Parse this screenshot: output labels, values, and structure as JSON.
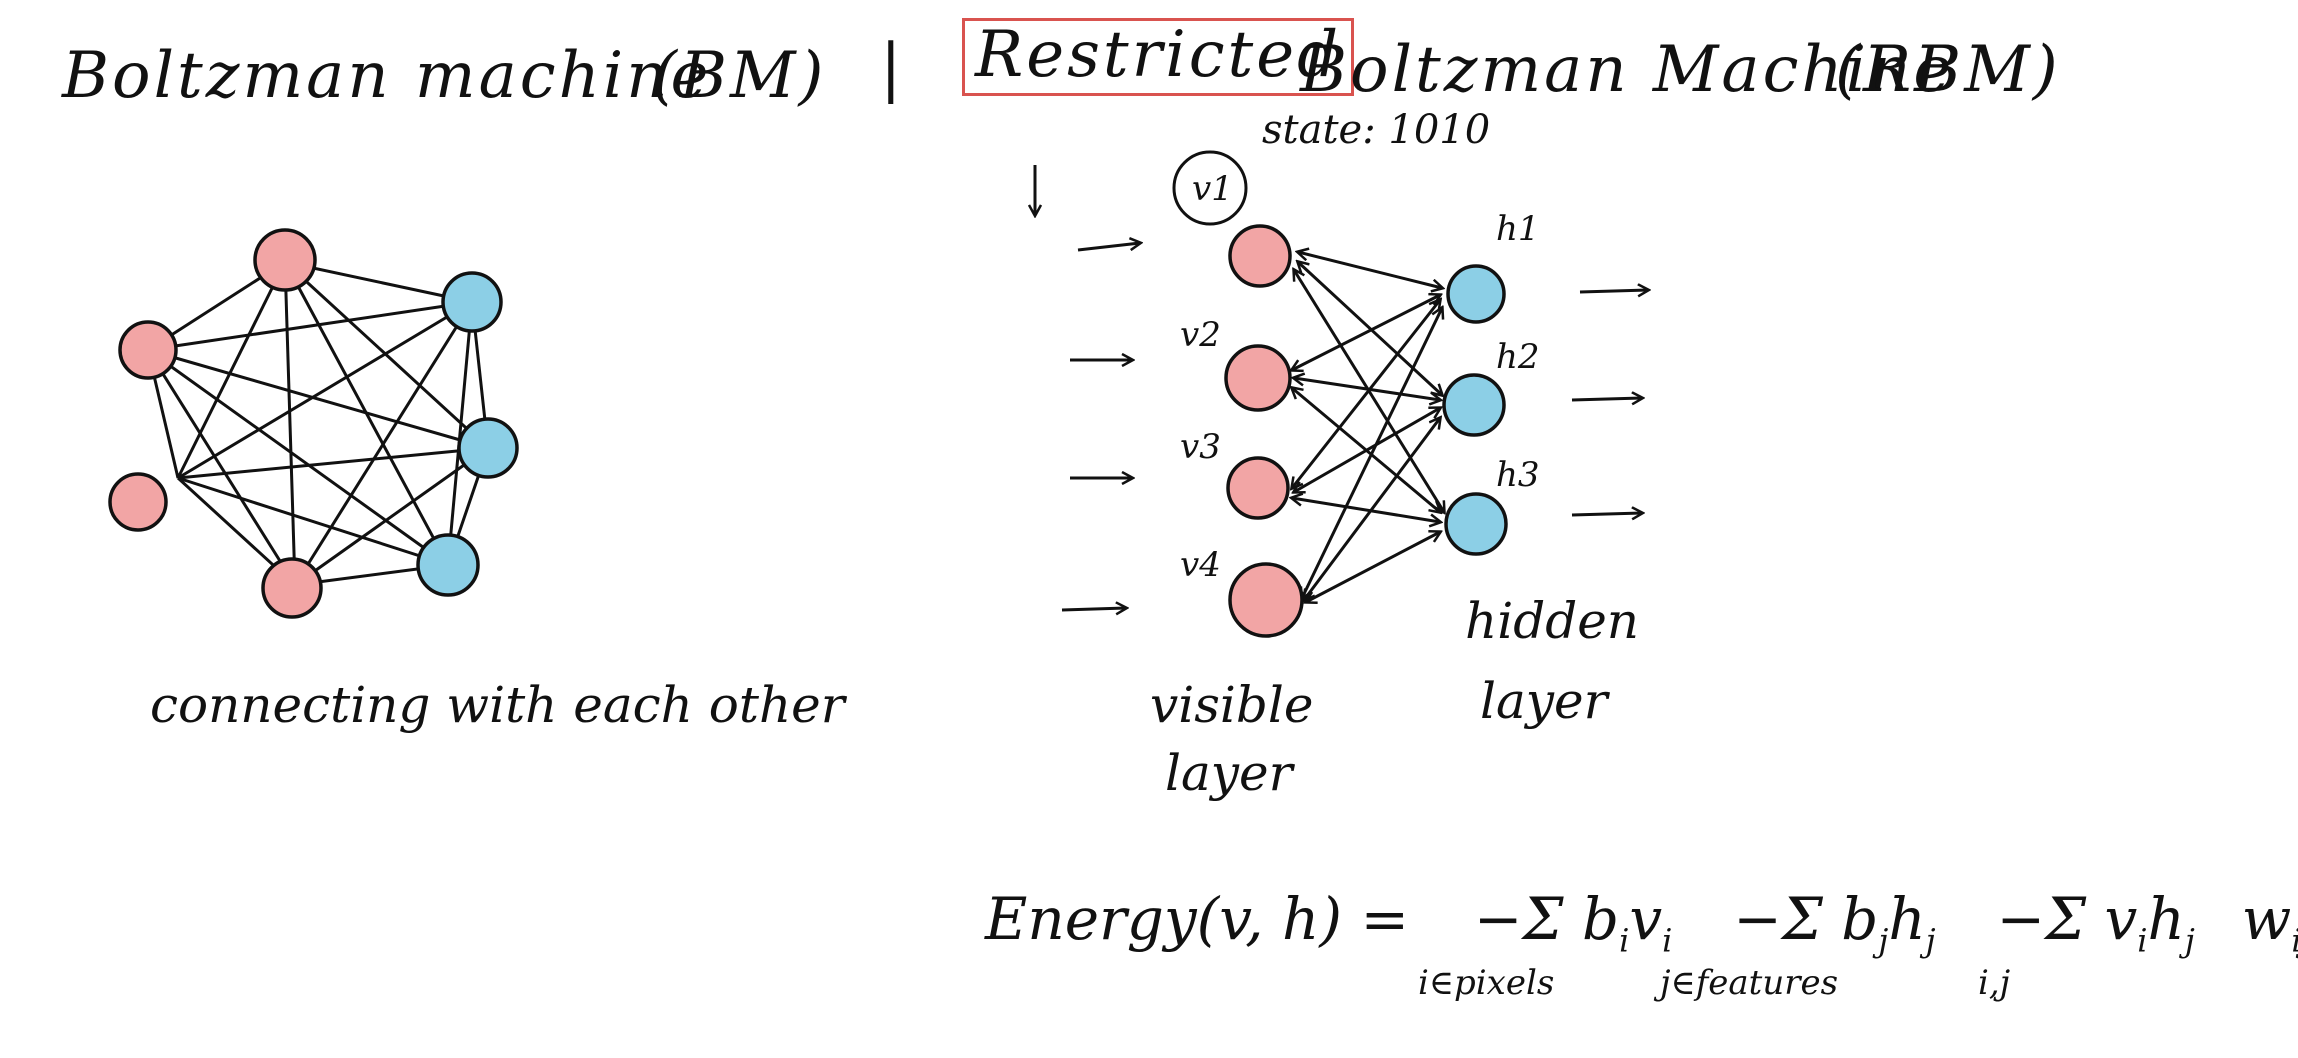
{
  "header": {
    "bm_title": "Boltzman machine",
    "bm_abbr": "(BM)",
    "divider": "|",
    "rbm_restricted": "Restricted",
    "rbm_rest": "Boltzman Machine",
    "rbm_abbr": "(RBM)"
  },
  "bm": {
    "caption": "connecting with each other",
    "visible_color": "#f2a5a5",
    "hidden_color": "#8ccfe6"
  },
  "rbm": {
    "state_label": "state: 1010",
    "visible_nodes": [
      "v1",
      "v2",
      "v3",
      "v4"
    ],
    "hidden_nodes": [
      "h1",
      "h2",
      "h3"
    ],
    "visible_layer_label_line1": "visible",
    "visible_layer_label_line2": "layer",
    "hidden_layer_label_line1": "hidden",
    "hidden_layer_label_line2": "layer"
  },
  "formula": {
    "lhs": "Energy(v, h) =",
    "term1": "−Σ b",
    "term1_sub_i": "i",
    "term1_var": "v",
    "term1_sub_v": "i",
    "term2": "−Σ b",
    "term2_sub_j": "j",
    "term2_var": "h",
    "term2_sub_h": "j",
    "term3": "−Σ v",
    "term3_sub_i": "i",
    "term3_var_h": "h",
    "term3_sub_j": "j",
    "term3_var_w": "w",
    "term3_sub_ij": "ij",
    "under1": "i∈pixels",
    "under2": "j∈features",
    "under3": "i,j"
  },
  "colors": {
    "box_red": "#d9534f",
    "pink": "#f2a5a5",
    "blue": "#8ccfe6",
    "ink": "#111111"
  }
}
